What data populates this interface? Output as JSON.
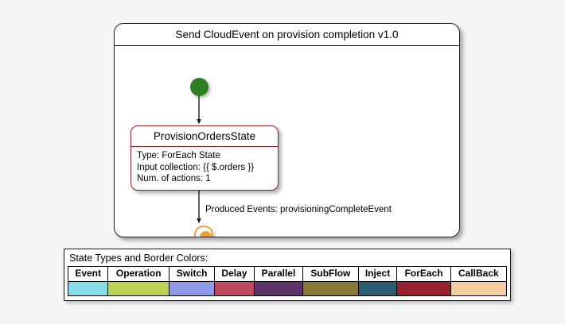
{
  "workflow": {
    "title": "Send CloudEvent on provision completion v1.0",
    "start_node": "start-node",
    "end_node": "end-node",
    "state": {
      "name": "ProvisionOrdersState",
      "border_color": "#8b2027",
      "details": [
        "Type: ForEach State",
        "Input collection: {{ $.orders }}",
        "Num. of actions: 1"
      ]
    },
    "transition_label": "Produced Events: provisioningCompleteEvent"
  },
  "legend": {
    "caption": "State Types and Border Colors:",
    "entries": [
      {
        "label": "Event",
        "color": "#86dbe8"
      },
      {
        "label": "Operation",
        "color": "#bdd155"
      },
      {
        "label": "Switch",
        "color": "#8f9ae8"
      },
      {
        "label": "Delay",
        "color": "#bf4a60"
      },
      {
        "label": "Parallel",
        "color": "#5d3369"
      },
      {
        "label": "SubFlow",
        "color": "#887a34"
      },
      {
        "label": "Inject",
        "color": "#2b5e72"
      },
      {
        "label": "ForEach",
        "color": "#96212a"
      },
      {
        "label": "CallBack",
        "color": "#f5ceA0"
      }
    ]
  }
}
